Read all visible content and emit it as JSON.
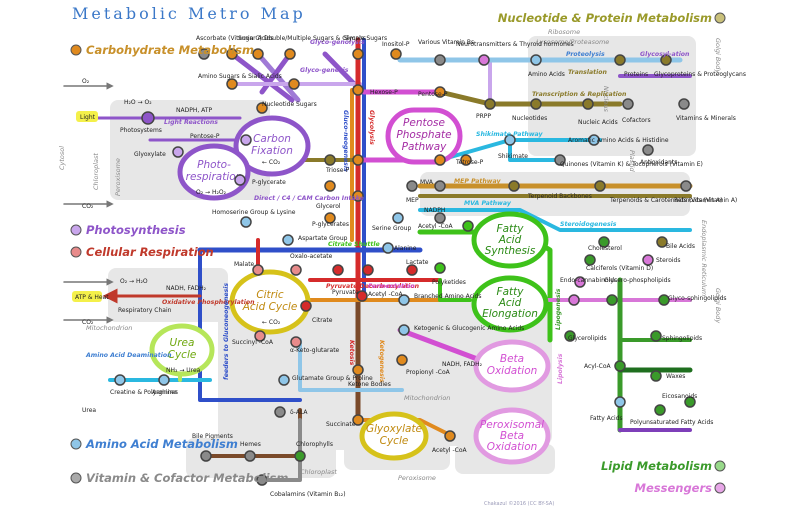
{
  "title": "Metabolic Metro Map",
  "credit": "Chakazul ©2016 (CC BY-SA)",
  "colors": {
    "carbohydrate": "#c8902a",
    "photosynthesis": "#8e55c9",
    "respiration": "#c0392b",
    "amino": "#3f7fd1",
    "vitamin": "#8a8a8a",
    "nucleotide": "#9a9a2a",
    "lipid": "#3a9a2a",
    "messenger": "#d877d8",
    "purple": "#7e3fb9",
    "blue": "#2f4fc9",
    "red": "#d52b2b",
    "orange": "#e08a1e",
    "yellow": "#d6c21a",
    "green": "#3ec21a",
    "cyan": "#2ab8e0",
    "magenta": "#d24fd2",
    "brown": "#7a4a2a",
    "olive": "#8a7a2a",
    "darkgreen": "#1f6f1f"
  },
  "legend": {
    "carbohydrate": "Carbohydrate Metabolism",
    "photosynthesis": "Photosynthesis",
    "respiration": "Cellular Respiration",
    "amino": "Amino Acid Metabolism",
    "vitamin": "Vitamin & Cofactor Metabolism",
    "nucleotide": "Nucleotide & Protein Metabolism",
    "lipid": "Lipid Metabolism",
    "messenger": "Messengers"
  },
  "compartments": {
    "cytosol": "Cytosol",
    "chloroplast": "Chloroplast",
    "peroxisome": "Peroxisome",
    "mitochondrion": "Mitochondrion",
    "chloroplast_bottom": "Chloroplast",
    "peroxisome_bottom": "Peroxisome",
    "mitochondrion_bottom": "Mitochondrion",
    "ribosome": "Ribosome",
    "lysosome": "Lysosome/Proteasome",
    "nucleus": "Nucleus",
    "plastid": "Plastid",
    "golgi_top": "Golgi Body",
    "er": "Endoplasmic Reticulum",
    "golgi_mid": "Golgi Body"
  },
  "hubs": {
    "carbon_fixation": "Carbon Fixation",
    "photorespiration": "Photo-respiration",
    "pentose_phosphate": "Pentose Phosphate Pathway",
    "fatty_acid_synthesis": "Fatty Acid Synthesis",
    "fatty_acid_elongation": "Fatty Acid Elongation",
    "citric_acid": "Citric Acid Cycle",
    "urea": "Urea Cycle",
    "beta_oxidation": "Beta Oxidation",
    "glyoxylate": "Glyoxylate Cycle",
    "peroxisomal_beta": "Peroxisomal Beta Oxidation"
  },
  "pathways": {
    "glycogenolysis": "Glyco-genolysis",
    "glycogenesis": "Glyco-genesis",
    "gluconeogenesis": "Gluco-neogenesis",
    "glycolysis": "Glycolysis",
    "light_reactions": "Light Reactions",
    "direct_c4": "Direct / C4 / CAM Carbon Intake",
    "proteolysis": "Proteolysis",
    "glycosylation": "Glycosyl-ation",
    "translation": "Translation",
    "transcription": "Transcription & Replication",
    "shikimate_pathway": "Shikimate Pathway",
    "mep_pathway": "MEP Pathway",
    "mva_pathway": "MVA Pathway",
    "steroidogenesis": "Steroidogenesis",
    "citrate_shuttle": "Citrate Shuttle",
    "pyruvate_decarb": "Pyruvate Decarb-oxylation",
    "fermentation": "Fermentation",
    "oxidative_phos": "Oxidative Phosphorylation",
    "amino_deamination": "Amino Acid Deamination",
    "feeders": "feeders to Gluconeogenesis",
    "ketosis": "Ketosis",
    "ketogenesis": "Ketogenesis",
    "lipogenesis": "Lipogenesis",
    "lipolysis": "Lipolysis"
  },
  "labels": {
    "ascorbate": "Ascorbate (Vitamin C)",
    "sugar_acids": "Sugar Acids",
    "double_sugars": "Double/Multiple Sugars & Glycans",
    "simple_sugars": "Simple Sugars",
    "inositol": "Inositol-P",
    "amino_sugars": "Amino Sugars & Sialic Acids",
    "nucleotide_sugars": "Nucleotide Sugars",
    "hexose": "Hexose-P",
    "o2_a": "O₂",
    "h2o_o2": "H₂O → O₂",
    "nadph_atp": "NADPH, ATP",
    "light": "Light",
    "photosystems": "Photosystems",
    "pentose_p_left": "Pentose-P",
    "glyoxylate": "Glyoxylate",
    "co2_a": "← CO₂",
    "o2_h2o2": "O₂ → H₂O₂",
    "p_glycerate": "P-glycerate",
    "co2_b": "CO₂",
    "glycerol": "Glycerol",
    "triose": "Triose-P",
    "various_vit_b": "Various Vitamin Bs",
    "neurotransmitters": "Neurotransmitters & Thyroid hormones",
    "pentose_p": "Pentose-P",
    "prpp": "PRPP",
    "nucleotides": "Nucleotides",
    "nucleic_acids": "Nucleic Acids",
    "amino_acids": "Amino Acids",
    "proteins": "Proteins",
    "glycoproteins": "Glycoproteins & Proteoglycans",
    "cofactors": "Cofactors",
    "vitamins_minerals": "Vitamins & Minerals",
    "antioxidants": "Antioxidants",
    "aromatic": "Aromatic Amino Acids & Histidine",
    "shikimate": "Shikimate",
    "tetrose": "Tetrose-P",
    "quinones": "Quinones (Vitamin K) & Tocopherols (Vitamin E)",
    "mva": "MVA",
    "mep": "MEP",
    "terpenoid_backbones": "Terpenoid Backbones",
    "terpenoids_carotenoids": "Terpenoids & Carotenoids (Vitamin A)",
    "retinoids": "Retinoids (Vitamin A)",
    "homoserine": "Homoserine Group & Lysine",
    "p_glycerates": "P-glycerates",
    "serine_group": "Serine Group",
    "nadph": "NADPH",
    "acetyl_coa_top": "Acetyl -CoA",
    "aspartate": "Aspartate Group",
    "alanine": "Alanine",
    "malate": "Malate",
    "oxaloacetate": "Oxalo-acetate",
    "lactate": "Lactate",
    "pyruvate": "Pyruvate",
    "acetyl_coa_mid": "Acetyl -CoA",
    "polyketides": "Polyketides",
    "cholesterol": "Cholesterol",
    "bile_acids": "Bile Acids",
    "calciferols": "Calciferols (Vitamin D)",
    "steroids": "Steroids",
    "o2_h2o": "O₂ → H₂O",
    "nadh_fadh2": "NADH, FADH₂",
    "atp_heat": "ATP & Heat",
    "respiratory_chain": "Respiratory Chain",
    "co2_c": "CO₂",
    "co2_citric": "← CO₂",
    "citrate": "Citrate",
    "branched": "Branched Amino Acids",
    "endocannabinoids": "Endo-cannabinoids",
    "glycerophospholipids": "Glycero-phospholipids",
    "glycosphingolipids": "Glyco-sphingolipids",
    "glycerolipids": "Glycerolipids",
    "sphingolipids": "Sphingolipids",
    "succinyl": "Succinyl -CoA",
    "ketoglutarate": "α-Keto-glutarate",
    "ketogenic": "Ketogenic & Glucogenic Amino Acids",
    "nh3_urea": "NH₃ → Urea",
    "nadh_fadh2_b": "NADH, FADH₂",
    "propionyl": "Propionyl -CoA",
    "acyl_coa": "Acyl-CoA",
    "waxes": "Waxes",
    "eicosanoids": "Eicosanoids",
    "creatine": "Creatine & Polyamines",
    "arginine": "Arginine",
    "glutamate": "Glutamate Group & Proline",
    "ketone_bodies": "Ketone Bodies",
    "urea": "Urea",
    "fatty_acids": "Fatty Acids",
    "pufa": "Polyunsaturated Fatty Acids",
    "ala": "δ-ALA",
    "succinate": "Succinate",
    "acetyl_coa_bottom": "Acetyl -CoA",
    "bile_pigments": "Bile Pigments",
    "hemes": "Hemes",
    "chlorophylls": "Chlorophylls",
    "cobalamins": "Cobalamins (Vitamin B₁₂)"
  }
}
